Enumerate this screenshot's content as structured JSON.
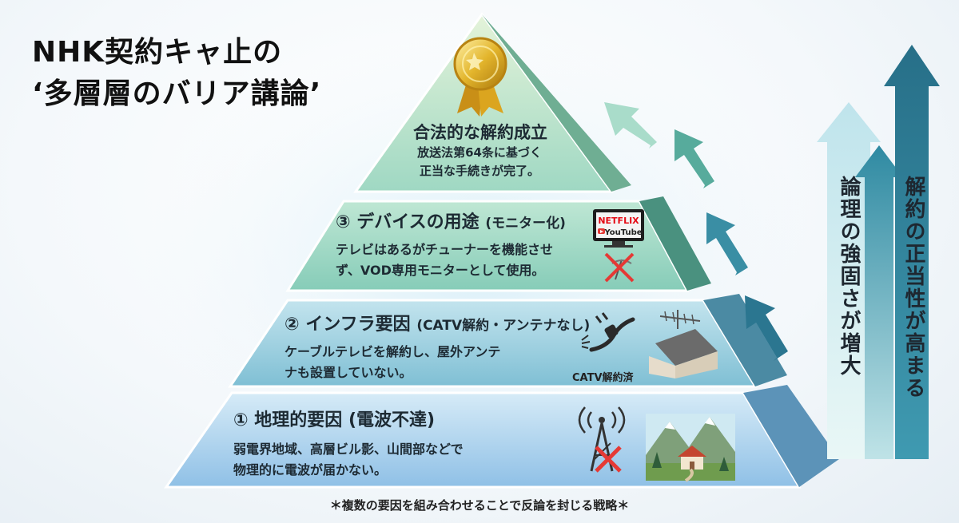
{
  "title": {
    "line1": "NHK契約キャ止の",
    "line2": "‘多層層のバリア講論’"
  },
  "pyramid": {
    "top": {
      "heading": "合法的な解約成立",
      "body_lines": [
        "放送法第64条に基づく",
        "正当な手続きが完了。"
      ],
      "icon": "gold-medal-icon"
    },
    "tier3": {
      "heading": "③ デバイスの用途",
      "heading_note": "(モニター化)",
      "body_lines": [
        "テレビはあるがチューナーを機能させ",
        "ず、VOD専用モニターとして使用。"
      ],
      "icons": [
        "netflix-youtube-tv-icon",
        "no-antenna-icon"
      ],
      "tv_brand1": "NETFLIX",
      "tv_brand2": "YouTube"
    },
    "tier2": {
      "heading": "② インフラ要因",
      "heading_note": "(CATV解約・アンテナなし)",
      "body_lines": [
        "ケーブルテレビを解約し、屋外アンテ",
        "ナも設置していない。"
      ],
      "icons": [
        "unplugged-cable-icon",
        "house-antenna-icon"
      ],
      "icon_caption": "CATV解約済"
    },
    "tier1": {
      "heading": "① 地理的要因 (電波不達)",
      "body_lines": [
        "弱電界地域、高層ビル影、山間部などで",
        "物理的に電波が届かない。"
      ],
      "icons": [
        "signal-tower-x-icon",
        "mountain-house-icon"
      ]
    }
  },
  "arrows": {
    "left_label": "論理の強固さが増大",
    "right_label": "解約の正当性が高まる"
  },
  "footnote": "＊複数の要因を組み合わせることで反論を封じる戦略＊",
  "colors": {
    "top_tier": "#b7e3cf",
    "tier3": "#8fd2be",
    "tier2": "#8fc7da",
    "tier1": "#9dc9ea",
    "arrow_teal": "#2c7a93",
    "arrow_light": "#bfe8e5",
    "medal_gold": "#e3b52c",
    "red_x": "#e53935"
  }
}
